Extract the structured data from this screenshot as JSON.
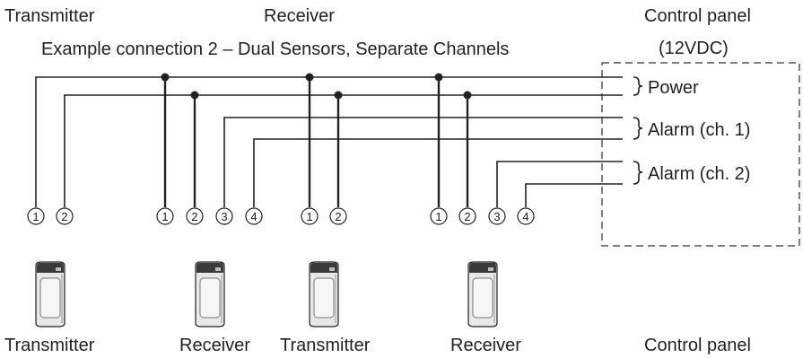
{
  "labels": {
    "top_transmitter": "Transmitter",
    "top_receiver": "Receiver",
    "top_control_panel": "Control panel",
    "top_voltage": "(12VDC)",
    "subtitle": "Example connection 2 – Dual Sensors, Separate Channels",
    "bottom_transmitter_1": "Transmitter",
    "bottom_receiver_1": "Receiver",
    "bottom_transmitter_2": "Transmitter",
    "bottom_receiver_2": "Receiver",
    "bottom_control_panel": "Control panel"
  },
  "panel_terminals": {
    "power": "Power",
    "alarm_ch1": "Alarm (ch. 1)",
    "alarm_ch2": "Alarm (ch. 2)"
  },
  "pin_numbers": {
    "tx1": [
      "1",
      "2"
    ],
    "rx1": [
      "1",
      "2",
      "3",
      "4"
    ],
    "tx2": [
      "1",
      "2"
    ],
    "rx2": [
      "1",
      "2",
      "3",
      "4"
    ]
  },
  "colors": {
    "wire": "#222222",
    "panel_border": "#555555",
    "device_body": "#e8e8e8",
    "device_head": "#3a3a3a"
  },
  "icons": [
    "sensor-device-icon"
  ]
}
